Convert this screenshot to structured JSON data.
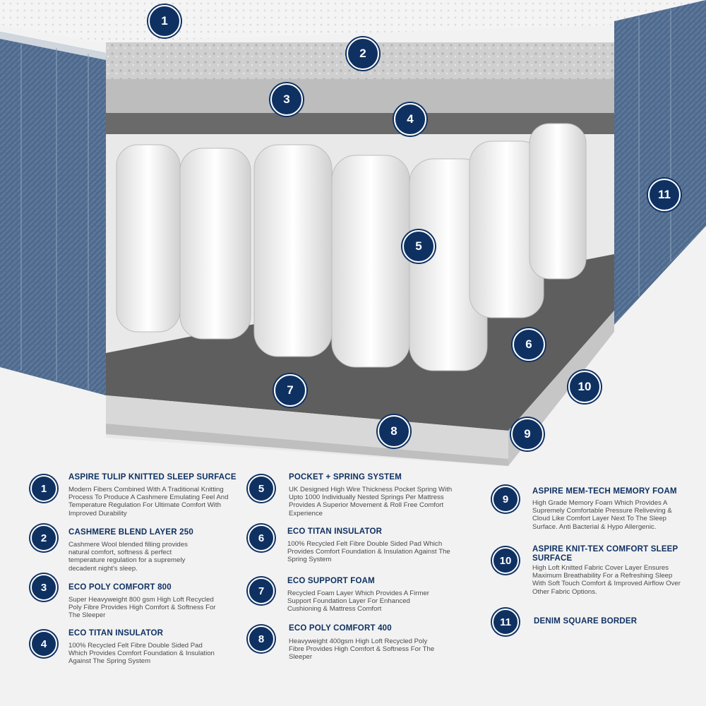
{
  "callouts": [
    "1",
    "2",
    "3",
    "4",
    "5",
    "6",
    "7",
    "8",
    "9",
    "10",
    "11"
  ],
  "legend": [
    {
      "num": "1",
      "title": "ASPIRE TULIP KNITTED SLEEP SURFACE",
      "desc": "Modern Fibers Combined With A Traditional Knitting Process To Produce A Cashmere Emulating Feel And Temperature Regulation For Ultimate Comfort With Improved Durability"
    },
    {
      "num": "2",
      "title": "CASHMERE BLEND LAYER 250",
      "desc": "Cashmere Wool blended filling provides natural comfort, softness & perfect temperature regulation for a supremely decadent night's sleep."
    },
    {
      "num": "3",
      "title": "ECO POLY COMFORT 800",
      "desc": "Super Heavyweight 800 gsm High Loft Recycled Poly Fibre Provides High Comfort & Softness For The Sleeper"
    },
    {
      "num": "4",
      "title": "ECO TITAN INSULATOR",
      "desc": "100% Recycled Felt Fibre Double Sided Pad Which Provides Comfort Foundation & Insulation Against The Spring System"
    },
    {
      "num": "5",
      "title": "POCKET + SPRING SYSTEM",
      "desc": "UK Designed High Wire Thickness Pocket Spring With Upto 1000   Individually Nested Springs Per Mattress Provides A Superior Movement & Roll Free Comfort Experience"
    },
    {
      "num": "6",
      "title": "ECO TITAN INSULATOR",
      "desc": "100% Recycled Felt Fibre Double Sided Pad Which Provides Comfort Foundation & Insulation Against The Spring System"
    },
    {
      "num": "7",
      "title": "ECO SUPPORT FOAM",
      "desc": "Recycled Foam Layer Which Provides A Firmer Support Foundation Layer For Enhanced Cushioning & Mattress Comfort"
    },
    {
      "num": "8",
      "title": "ECO POLY COMFORT 400",
      "desc": "Heavyweight 400gsm High Loft Recycled Poly Fibre Provides High Comfort & Softness For The Sleeper"
    },
    {
      "num": "9",
      "title": "ASPIRE MEM-TECH MEMORY FOAM",
      "desc": "High Grade Memory Foam Which Provides A Supremely Comfortable Pressure Reliveving & Cloud Like Comfort Layer Next To The Sleep Surface.  Anti Bacterial & Hypo Allergenic."
    },
    {
      "num": "10",
      "title": "ASPIRE KNIT-TEX COMFORT SLEEP SURFACE",
      "desc": "High Loft Knitted Fabric Cover Layer Ensures Maximum Breathability For a Refreshing  Sleep With Soft Touch Comfort & Improved Airflow Over Other Fabric Options."
    },
    {
      "num": "11",
      "title": "DENIM SQUARE BORDER",
      "desc": ""
    }
  ],
  "colors": {
    "badge": "#0f3162",
    "border": "#4a6587",
    "felt": "#5e5e5e"
  }
}
